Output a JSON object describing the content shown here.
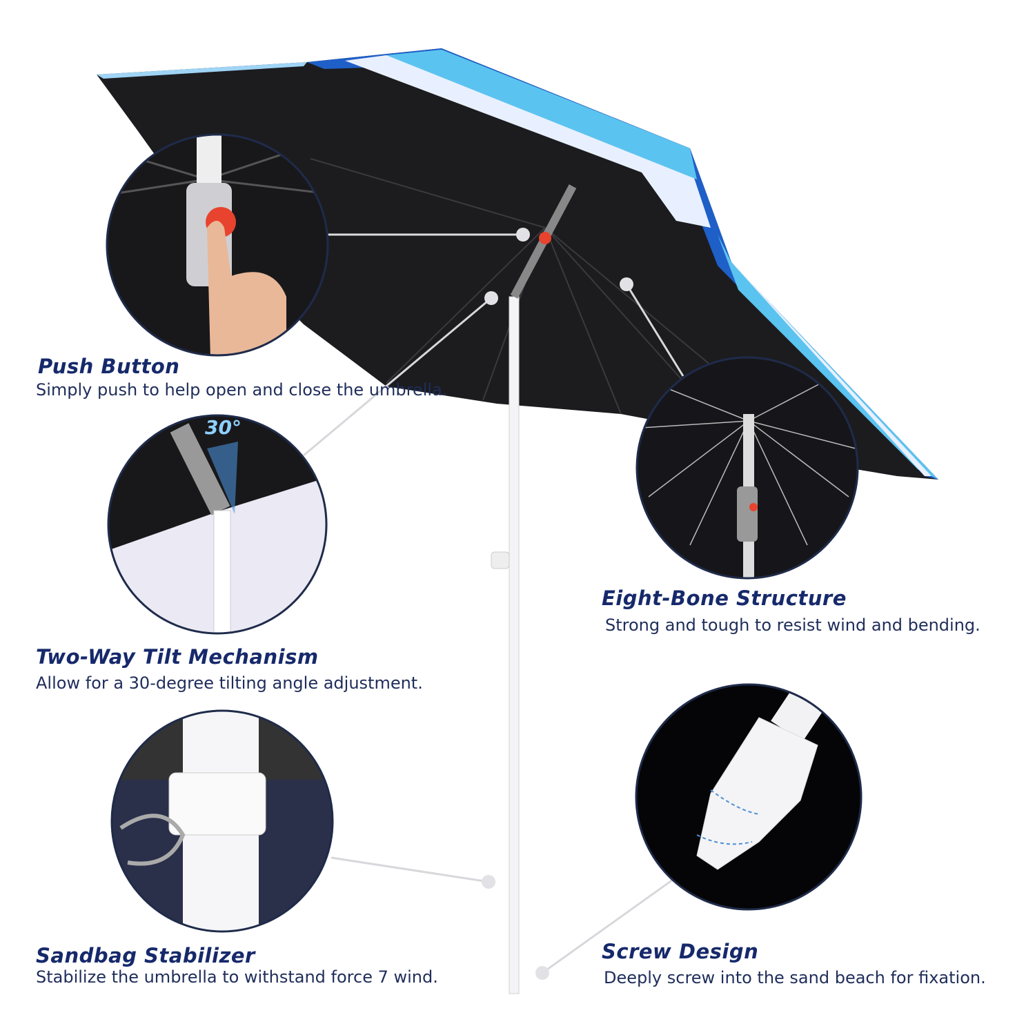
{
  "features": [
    {
      "title": "Push Button",
      "description": "Simply push to help open and close the umbrella."
    },
    {
      "title": "Two-Way Tilt Mechanism",
      "description": "Allow for a 30-degree tilting angle adjustment."
    },
    {
      "title": "Sandbag Stabilizer",
      "description": "Stabilize the umbrella to withstand force 7 wind."
    },
    {
      "title": "Eight-Bone Structure",
      "description": "Strong and tough to resist wind and bending."
    },
    {
      "title": "Screw Design",
      "description": "Deeply screw into the sand beach for fixation."
    }
  ],
  "tilt_angle_label": "30°",
  "colors": {
    "title": "#16296b",
    "canopy_under": "#1c1c1f",
    "stripe_dark": "#1f5fc8",
    "stripe_light": "#5bc3f0",
    "stripe_white": "#e8f0ff",
    "button_red": "#e8432e"
  }
}
